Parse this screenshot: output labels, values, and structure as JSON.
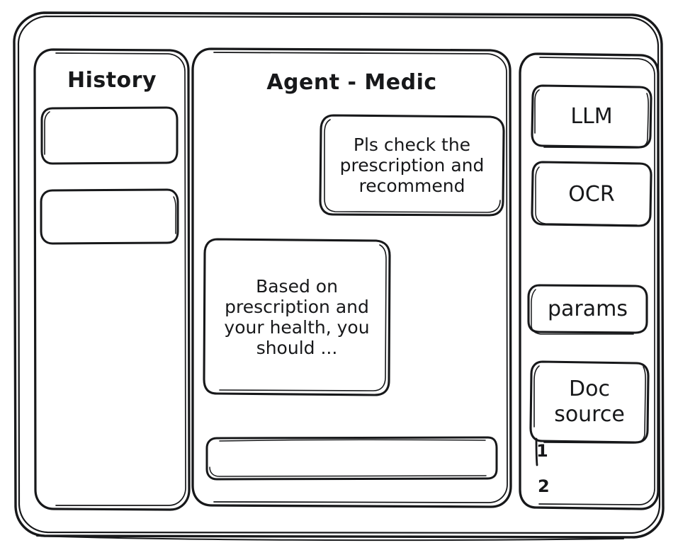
{
  "window": {
    "name": "agent-medic-wireframe"
  },
  "sidebar_left": {
    "title": "History",
    "items": [
      {
        "name": "history-item-1",
        "label": ""
      },
      {
        "name": "history-item-2",
        "label": ""
      }
    ]
  },
  "main": {
    "title": "Agent - Medic",
    "messages": [
      {
        "role": "user",
        "align": "right",
        "text": "Pls check the\nprescription\nand recommend"
      },
      {
        "role": "assistant",
        "align": "left",
        "text": "Based on\nprescription\nand your\nhealth, you\nshould ..."
      }
    ],
    "composer": {
      "value": "",
      "placeholder": ""
    }
  },
  "sidebar_right": {
    "tiles": [
      {
        "name": "llm-tile",
        "label": "LLM"
      },
      {
        "name": "ocr-tile",
        "label": "OCR"
      },
      {
        "name": "params-tile",
        "label": "params"
      },
      {
        "name": "doc-source-tile",
        "label": "Doc\nsource"
      }
    ],
    "doc_source_items": [
      {
        "label": "1"
      },
      {
        "label": "2"
      }
    ]
  },
  "style": {
    "ink": "#17181a",
    "paper": "#ffffff"
  }
}
